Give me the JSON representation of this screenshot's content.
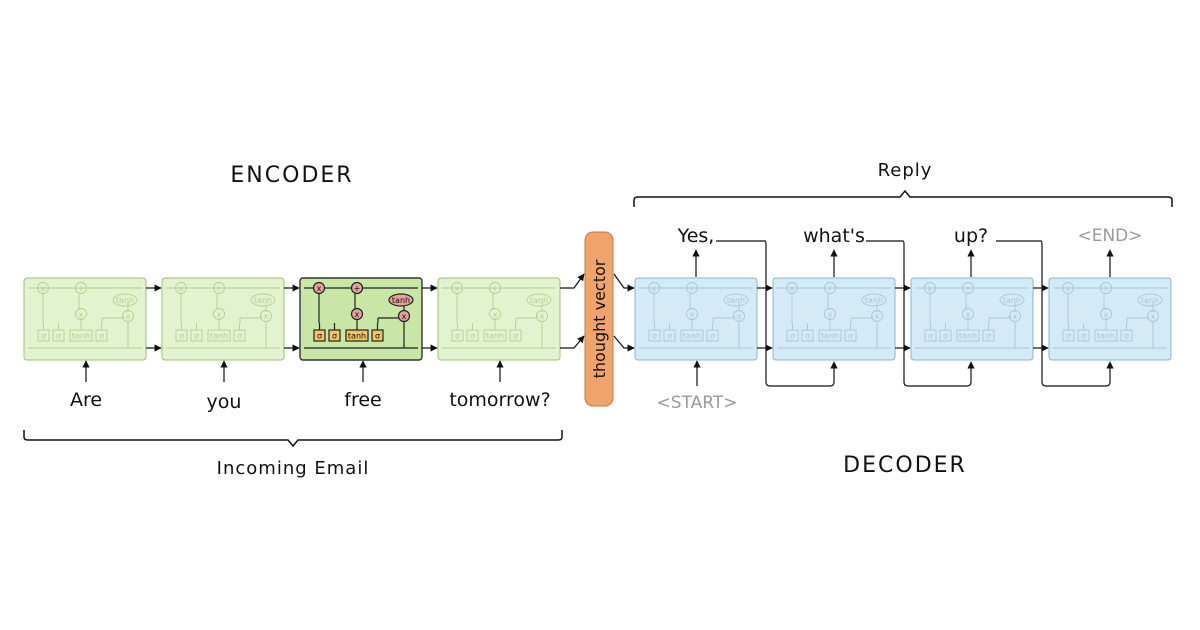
{
  "encoder": {
    "title": "ENCODER",
    "caption": "Incoming Email",
    "inputs": [
      "Are",
      "you",
      "free",
      "tomorrow?"
    ]
  },
  "thought_vector": "thought vector",
  "decoder": {
    "title": "DECODER",
    "caption": "Reply",
    "start_token": "<START>",
    "outputs": [
      "Yes,",
      "what's",
      "up?"
    ],
    "end_token": "<END>"
  },
  "cell": {
    "gates": [
      "σ",
      "σ",
      "tanh",
      "σ"
    ],
    "ops": [
      "x",
      "+",
      "x",
      "x"
    ],
    "tanh_label": "tanh"
  },
  "colors": {
    "encoder_fill": "#e3f2cf",
    "encoder_stroke": "#9fbf78",
    "encoder_active_fill": "#c8e6a6",
    "decoder_fill": "#d4ebf7",
    "decoder_stroke": "#8ab4cc",
    "thought_vector": "#f0a36b",
    "gate_fill": "#f5c36a",
    "op_fill": "#e7a0a0"
  }
}
